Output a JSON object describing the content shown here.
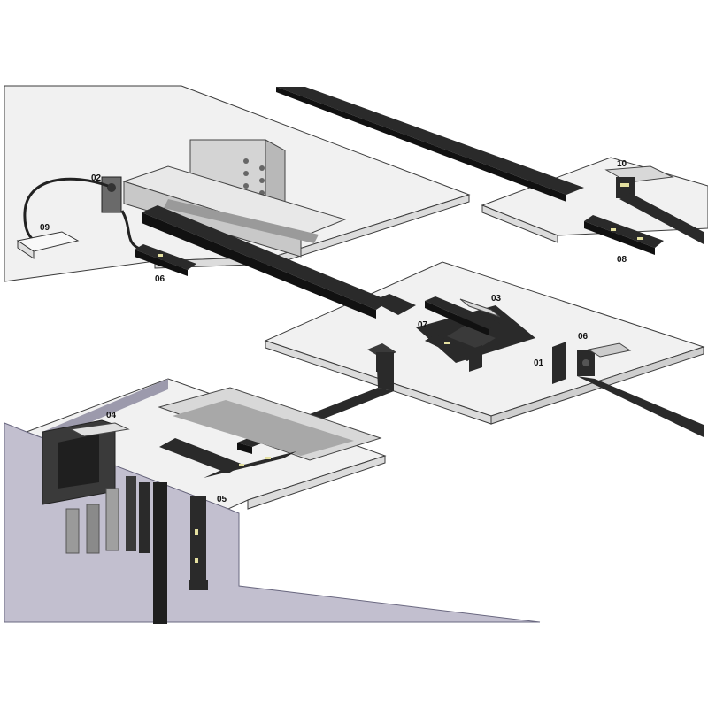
{
  "colors": {
    "background": "#ffffff",
    "ceiling": "#f1f1f1",
    "ceiling_edge": "#3c3c3c",
    "wall": "#c2bfcf",
    "track": "#2a2a2a",
    "track_top": "#4a4a4a",
    "metal": "#cfcfcf",
    "metal_dark": "#9a9a9a",
    "housing": "#e2e2e2"
  },
  "labels": {
    "l01": "01",
    "l02": "02",
    "l03": "03",
    "l04": "04",
    "l05": "05",
    "l06a": "06",
    "l06b": "06",
    "l07": "07",
    "l08": "08",
    "l09": "09",
    "l10": "10"
  }
}
